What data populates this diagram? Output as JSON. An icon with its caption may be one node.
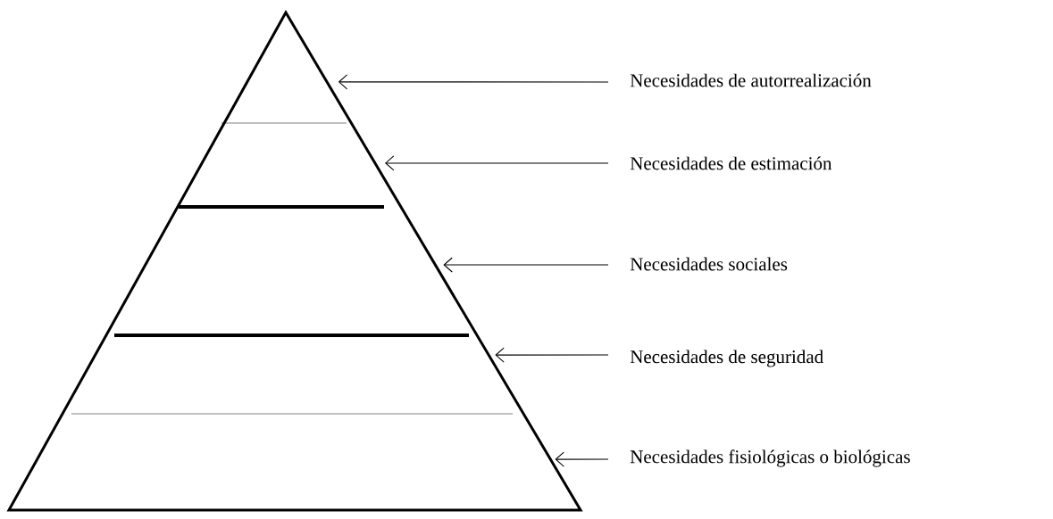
{
  "diagram": {
    "nodes": [
      {
        "text": [],
        "shape": "triangle"
      },
      {
        "text": [
          "Necesidades de autorrealización"
        ]
      },
      {
        "text": [
          "Necesidades de estimación"
        ]
      },
      {
        "text": [
          "Necesidades sociales"
        ]
      },
      {
        "text": [
          "Necesidades de seguridad"
        ]
      },
      {
        "text": [
          "Necesidades fisiológicas o biológicas"
        ]
      }
    ],
    "edges": [
      {
        "from": 1,
        "to": 0,
        "arrow": "to"
      },
      {
        "from": 2,
        "to": 0,
        "arrow": "to"
      },
      {
        "from": 3,
        "to": 0,
        "arrow": "to"
      },
      {
        "from": 4,
        "to": 0,
        "arrow": "to"
      },
      {
        "from": 5,
        "to": 0,
        "arrow": "to"
      }
    ]
  }
}
